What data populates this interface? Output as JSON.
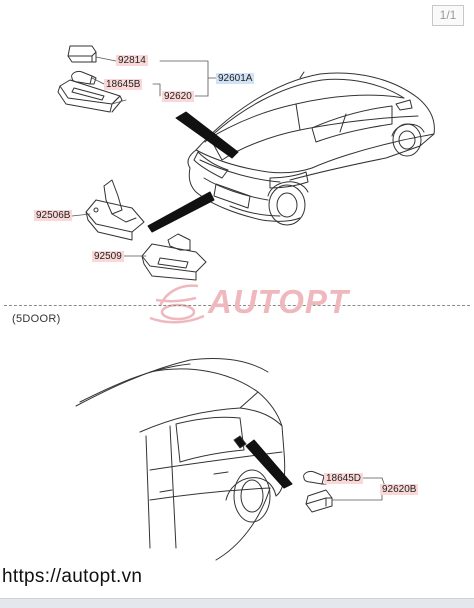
{
  "page_indicator": "1/1",
  "sections": {
    "variant_label": "(5DOOR)"
  },
  "parts": {
    "p92814": "92814",
    "p18645B": "18645B",
    "p92620": "92620",
    "p92601A": "92601A",
    "p92506B": "92506B",
    "p92509": "92509",
    "p18645D": "18645D",
    "p92620B": "92620B"
  },
  "watermark": {
    "brand": "AUTOPT"
  },
  "footer": {
    "website": "https://autopt.vn"
  },
  "colors": {
    "label_red": "#fbd8d8",
    "label_blue": "#cfe2f6",
    "watermark": "#efb8bd"
  }
}
